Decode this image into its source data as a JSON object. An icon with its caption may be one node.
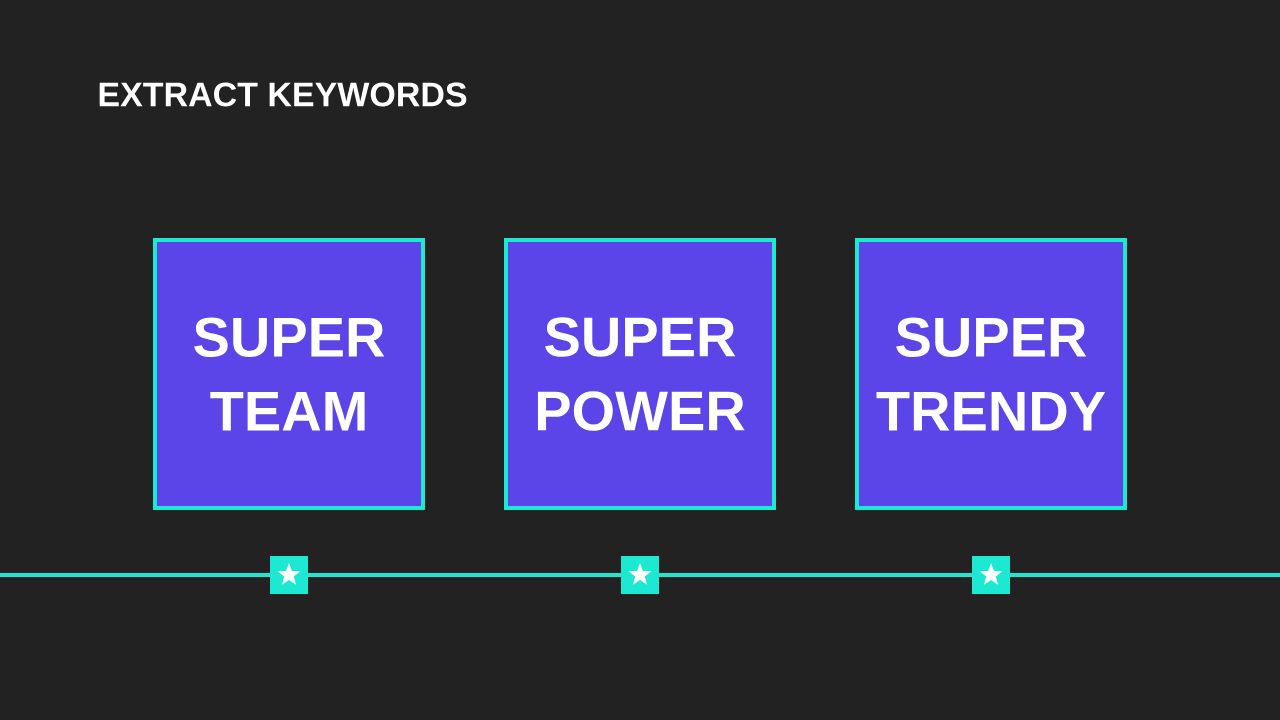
{
  "diagram": {
    "title": "EXTRACT KEYWORDS",
    "nodes": [
      {
        "text": [
          "SUPER TEAM"
        ]
      },
      {
        "text": [
          "SUPER POWER"
        ]
      },
      {
        "text": [
          "SUPER TRENDY"
        ]
      }
    ],
    "edges": []
  }
}
